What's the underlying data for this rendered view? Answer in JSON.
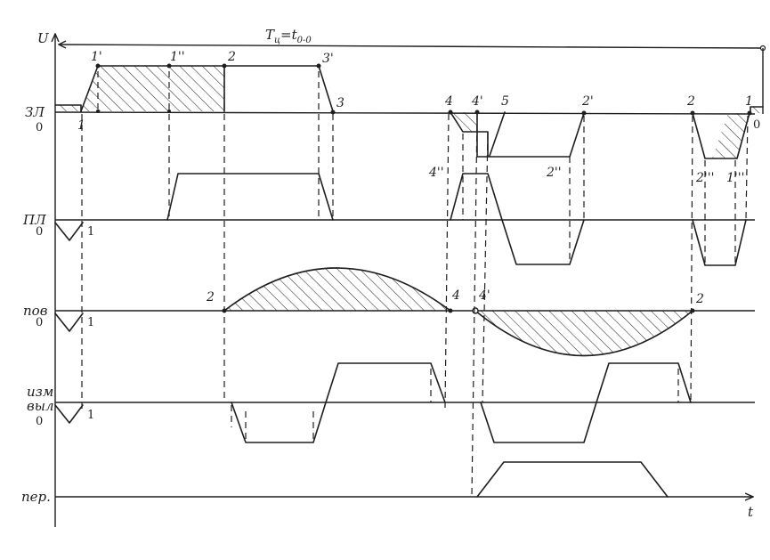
{
  "axes": {
    "y_label": "U",
    "x_label": "t",
    "period_label": "T",
    "period_sub": "ц",
    "period_eq": "=t",
    "period_eq_sub": "0-0"
  },
  "rows": [
    {
      "id": "zl",
      "label": "ЗЛ",
      "zero": "0"
    },
    {
      "id": "pl",
      "label": "ПЛ",
      "zero": "0",
      "marker": "1"
    },
    {
      "id": "pov",
      "label": "пов",
      "zero": "0",
      "marker": "1"
    },
    {
      "id": "izm",
      "label": "изм",
      "label2": "выл",
      "zero": "0",
      "marker": "1"
    },
    {
      "id": "per",
      "label": "пер."
    }
  ],
  "points": {
    "zl_1_left": "1",
    "zl_1p": "1'",
    "zl_1pp": "1''",
    "zl_2": "2",
    "zl_3p": "3'",
    "zl_3": "3",
    "zl_4": "4",
    "zl_4p": "4'",
    "zl_5": "5",
    "zl_2p": "2'",
    "zl_4pp": "4''",
    "zl_2pp": "2''",
    "zl_2right": "2",
    "zl_1right": "1",
    "zl_0right": "0",
    "zl_2ppp": "2'''",
    "zl_1ppp": "1'''",
    "pov_2": "2",
    "pov_4": "4",
    "pov_4p": "4'",
    "pov_2right": "2"
  }
}
